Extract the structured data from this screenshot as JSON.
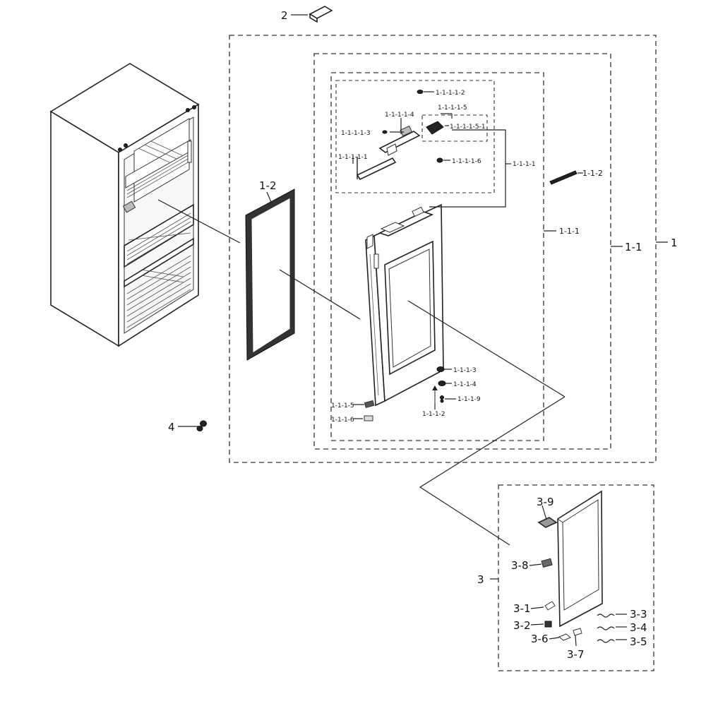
{
  "labels": {
    "l1": "1",
    "l1_1": "1-1",
    "l1_1_1": "1-1-1",
    "l1_1_2": "1-1-2",
    "l1_2": "1-2",
    "l1_1_1_1": "1-1-1-1",
    "l1_1_1_1_1": "1-1-1-1-1",
    "l1_1_1_1_2": "1-1-1-1-2",
    "l1_1_1_1_3": "1-1-1-1-3",
    "l1_1_1_1_4": "1-1-1-1-4",
    "l1_1_1_1_5": "1-1-1-1-5",
    "l1_1_1_1_5_1": "1-1-1-1-5-1",
    "l1_1_1_1_6": "1-1-1-1-6",
    "l1_1_1_2": "1-1-1-2",
    "l1_1_1_3": "1-1-1-3",
    "l1_1_1_4": "1-1-1-4",
    "l1_1_1_5": "1-1-1-5",
    "l1_1_1_6": "1-1-1-6",
    "l1_1_1_9": "1-1-1-9",
    "l2": "2",
    "l3": "3",
    "l3_1": "3-1",
    "l3_2": "3-2",
    "l3_3": "3-3",
    "l3_4": "3-4",
    "l3_5": "3-5",
    "l3_6": "3-6",
    "l3_7": "3-7",
    "l3_8": "3-8",
    "l3_9": "3-9",
    "l4": "4"
  }
}
